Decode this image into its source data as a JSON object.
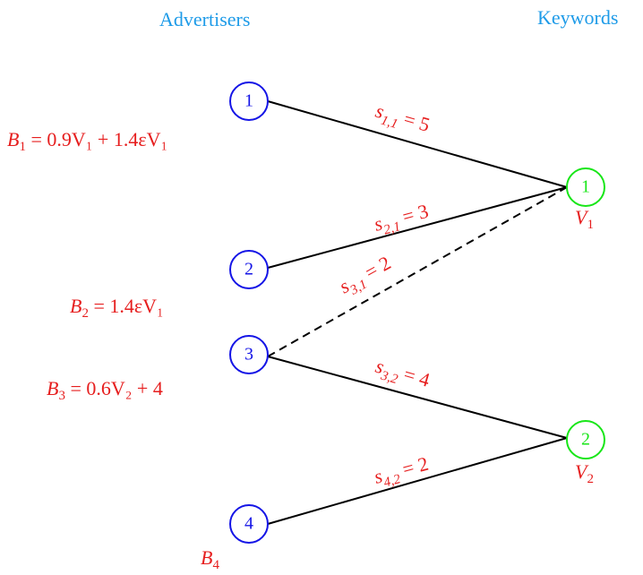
{
  "headers": {
    "advertisers": "Advertisers",
    "keywords": "Keywords"
  },
  "colors": {
    "header": "#1e9be8",
    "advertiser_node": "#1414e6",
    "keyword_node": "#18e618",
    "formula": "#e61e1e",
    "edge": "#000000"
  },
  "advertisers": [
    {
      "id": "1",
      "budget_lhs": "B",
      "budget_sub": "1",
      "budget_rhs": " = 0.9V₁ + 1.4εV₁"
    },
    {
      "id": "2",
      "budget_lhs": "B",
      "budget_sub": "2",
      "budget_rhs": " = 1.4εV₁"
    },
    {
      "id": "3",
      "budget_lhs": "B",
      "budget_sub": "3",
      "budget_rhs": " = 0.6V₂ + 4"
    },
    {
      "id": "4",
      "budget_lhs": "B",
      "budget_sub": "4",
      "budget_rhs": ""
    }
  ],
  "keywords": [
    {
      "id": "1",
      "value_lhs": "V",
      "value_sub": "1"
    },
    {
      "id": "2",
      "value_lhs": "V",
      "value_sub": "2"
    }
  ],
  "edges": [
    {
      "from": "1",
      "to": "1",
      "label_var": "s",
      "label_sub": "1,1",
      "label_rhs": " = 5",
      "style": "solid"
    },
    {
      "from": "2",
      "to": "1",
      "label_var": "s",
      "label_sub": "2,1",
      "label_rhs": " = 3",
      "style": "solid"
    },
    {
      "from": "3",
      "to": "1",
      "label_var": "s",
      "label_sub": "3,1",
      "label_rhs": " = 2",
      "style": "dashed"
    },
    {
      "from": "3",
      "to": "2",
      "label_var": "s",
      "label_sub": "3,2",
      "label_rhs": " = 4",
      "style": "solid"
    },
    {
      "from": "4",
      "to": "2",
      "label_var": "s",
      "label_sub": "4,2",
      "label_rhs": " = 2",
      "style": "solid"
    }
  ]
}
